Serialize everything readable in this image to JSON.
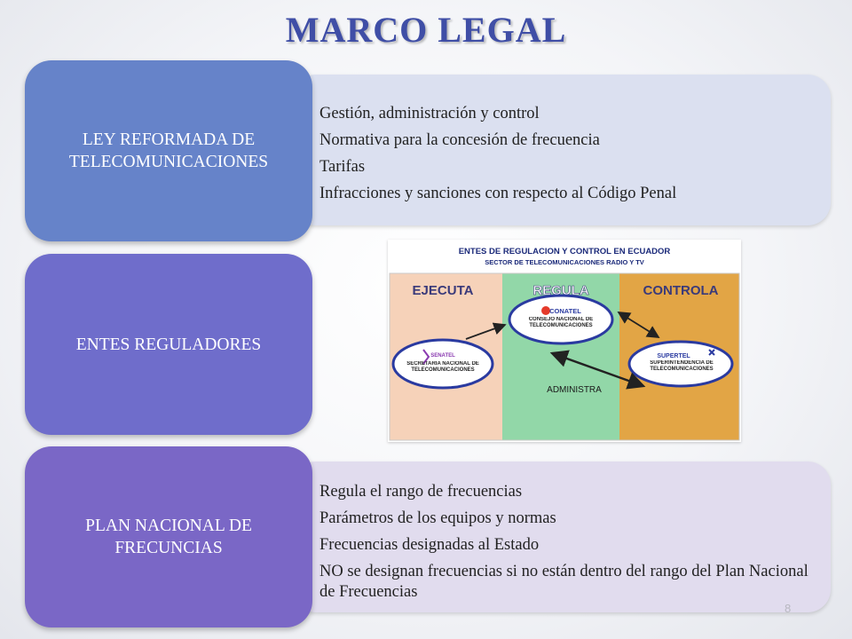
{
  "title": "MARCO LEGAL",
  "sections": [
    {
      "heading": "LEY REFORMADA DE TELECOMUNICACIONES",
      "bullets": [
        "Gestión, administración y control",
        "Normativa para la concesión de frecuencia",
        "Tarifas",
        "Infracciones  y sanciones con respecto al Código Penal"
      ]
    },
    {
      "heading": "ENTES REGULADORES"
    },
    {
      "heading": "PLAN NACIONAL DE FRECUNCIAS",
      "bullets": [
        "Regula el rango de frecuencias",
        "Parámetros de los equipos y normas",
        "Frecuencias designadas al Estado",
        "NO se designan frecuencias si no están dentro del rango del Plan Nacional de Frecuencias"
      ]
    }
  ],
  "figure": {
    "title": "ENTES DE REGULACION Y CONTROL EN ECUADOR",
    "subtitle": "SECTOR DE TELECOMUNICACIONES RADIO Y TV",
    "columns": [
      "EJECUTA",
      "REGULA",
      "CONTROLA"
    ],
    "column_colors": [
      "#f6d2b9",
      "#92d7a8",
      "#e2a545"
    ],
    "nodes": {
      "senatel_logo": "SENATEL",
      "senatel": "SECRETARÍA NACIONAL DE TELECOMUNICACIONES",
      "conatel_logo": "CONATEL",
      "conatel": "CONSEJO NACIONAL DE TELECOMUNICACIONES",
      "supertel_logo": "SUPERTEL",
      "supertel": "SUPERINTENDENCIA DE TELECOMUNICACIONES"
    },
    "administra": "ADMINISTRA"
  },
  "page_number": "8",
  "colors": {
    "title": "#3f4ea6",
    "box1": "#6683c9",
    "box2": "#6f6dcb",
    "box3": "#7a67c6",
    "panel1": "#dbe0f0",
    "panel3": "#e1dcee"
  }
}
